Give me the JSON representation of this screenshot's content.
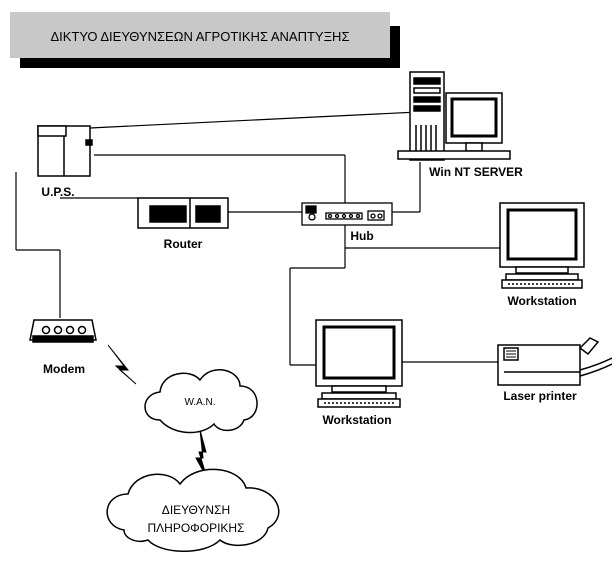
{
  "title": "ΔΙΚΤΥΟ ΔΙΕΥΘΥΝΣΕΩΝ ΑΓΡΟΤΙΚΗΣ ΑΝΑΠΤΥΞΗΣ",
  "labels": {
    "ups": "U.P.S.",
    "router": "Router",
    "hub": "Hub",
    "server": "Win NT SERVER",
    "modem": "Modem",
    "wan": "W.A.N.",
    "workstation_right": "Workstation",
    "workstation_bottom": "Workstation",
    "printer": "Laser printer",
    "remote_line1": "ΔΙΕΥΘΥΝΣΗ",
    "remote_line2": "ΠΛΗΡΟΦΟΡΙΚΗΣ"
  },
  "colors": {
    "title_bg": "#c8c8c8",
    "title_shadow": "#000000",
    "line": "#000000",
    "screen": "#ffffff",
    "body_fill": "#ffffff"
  }
}
